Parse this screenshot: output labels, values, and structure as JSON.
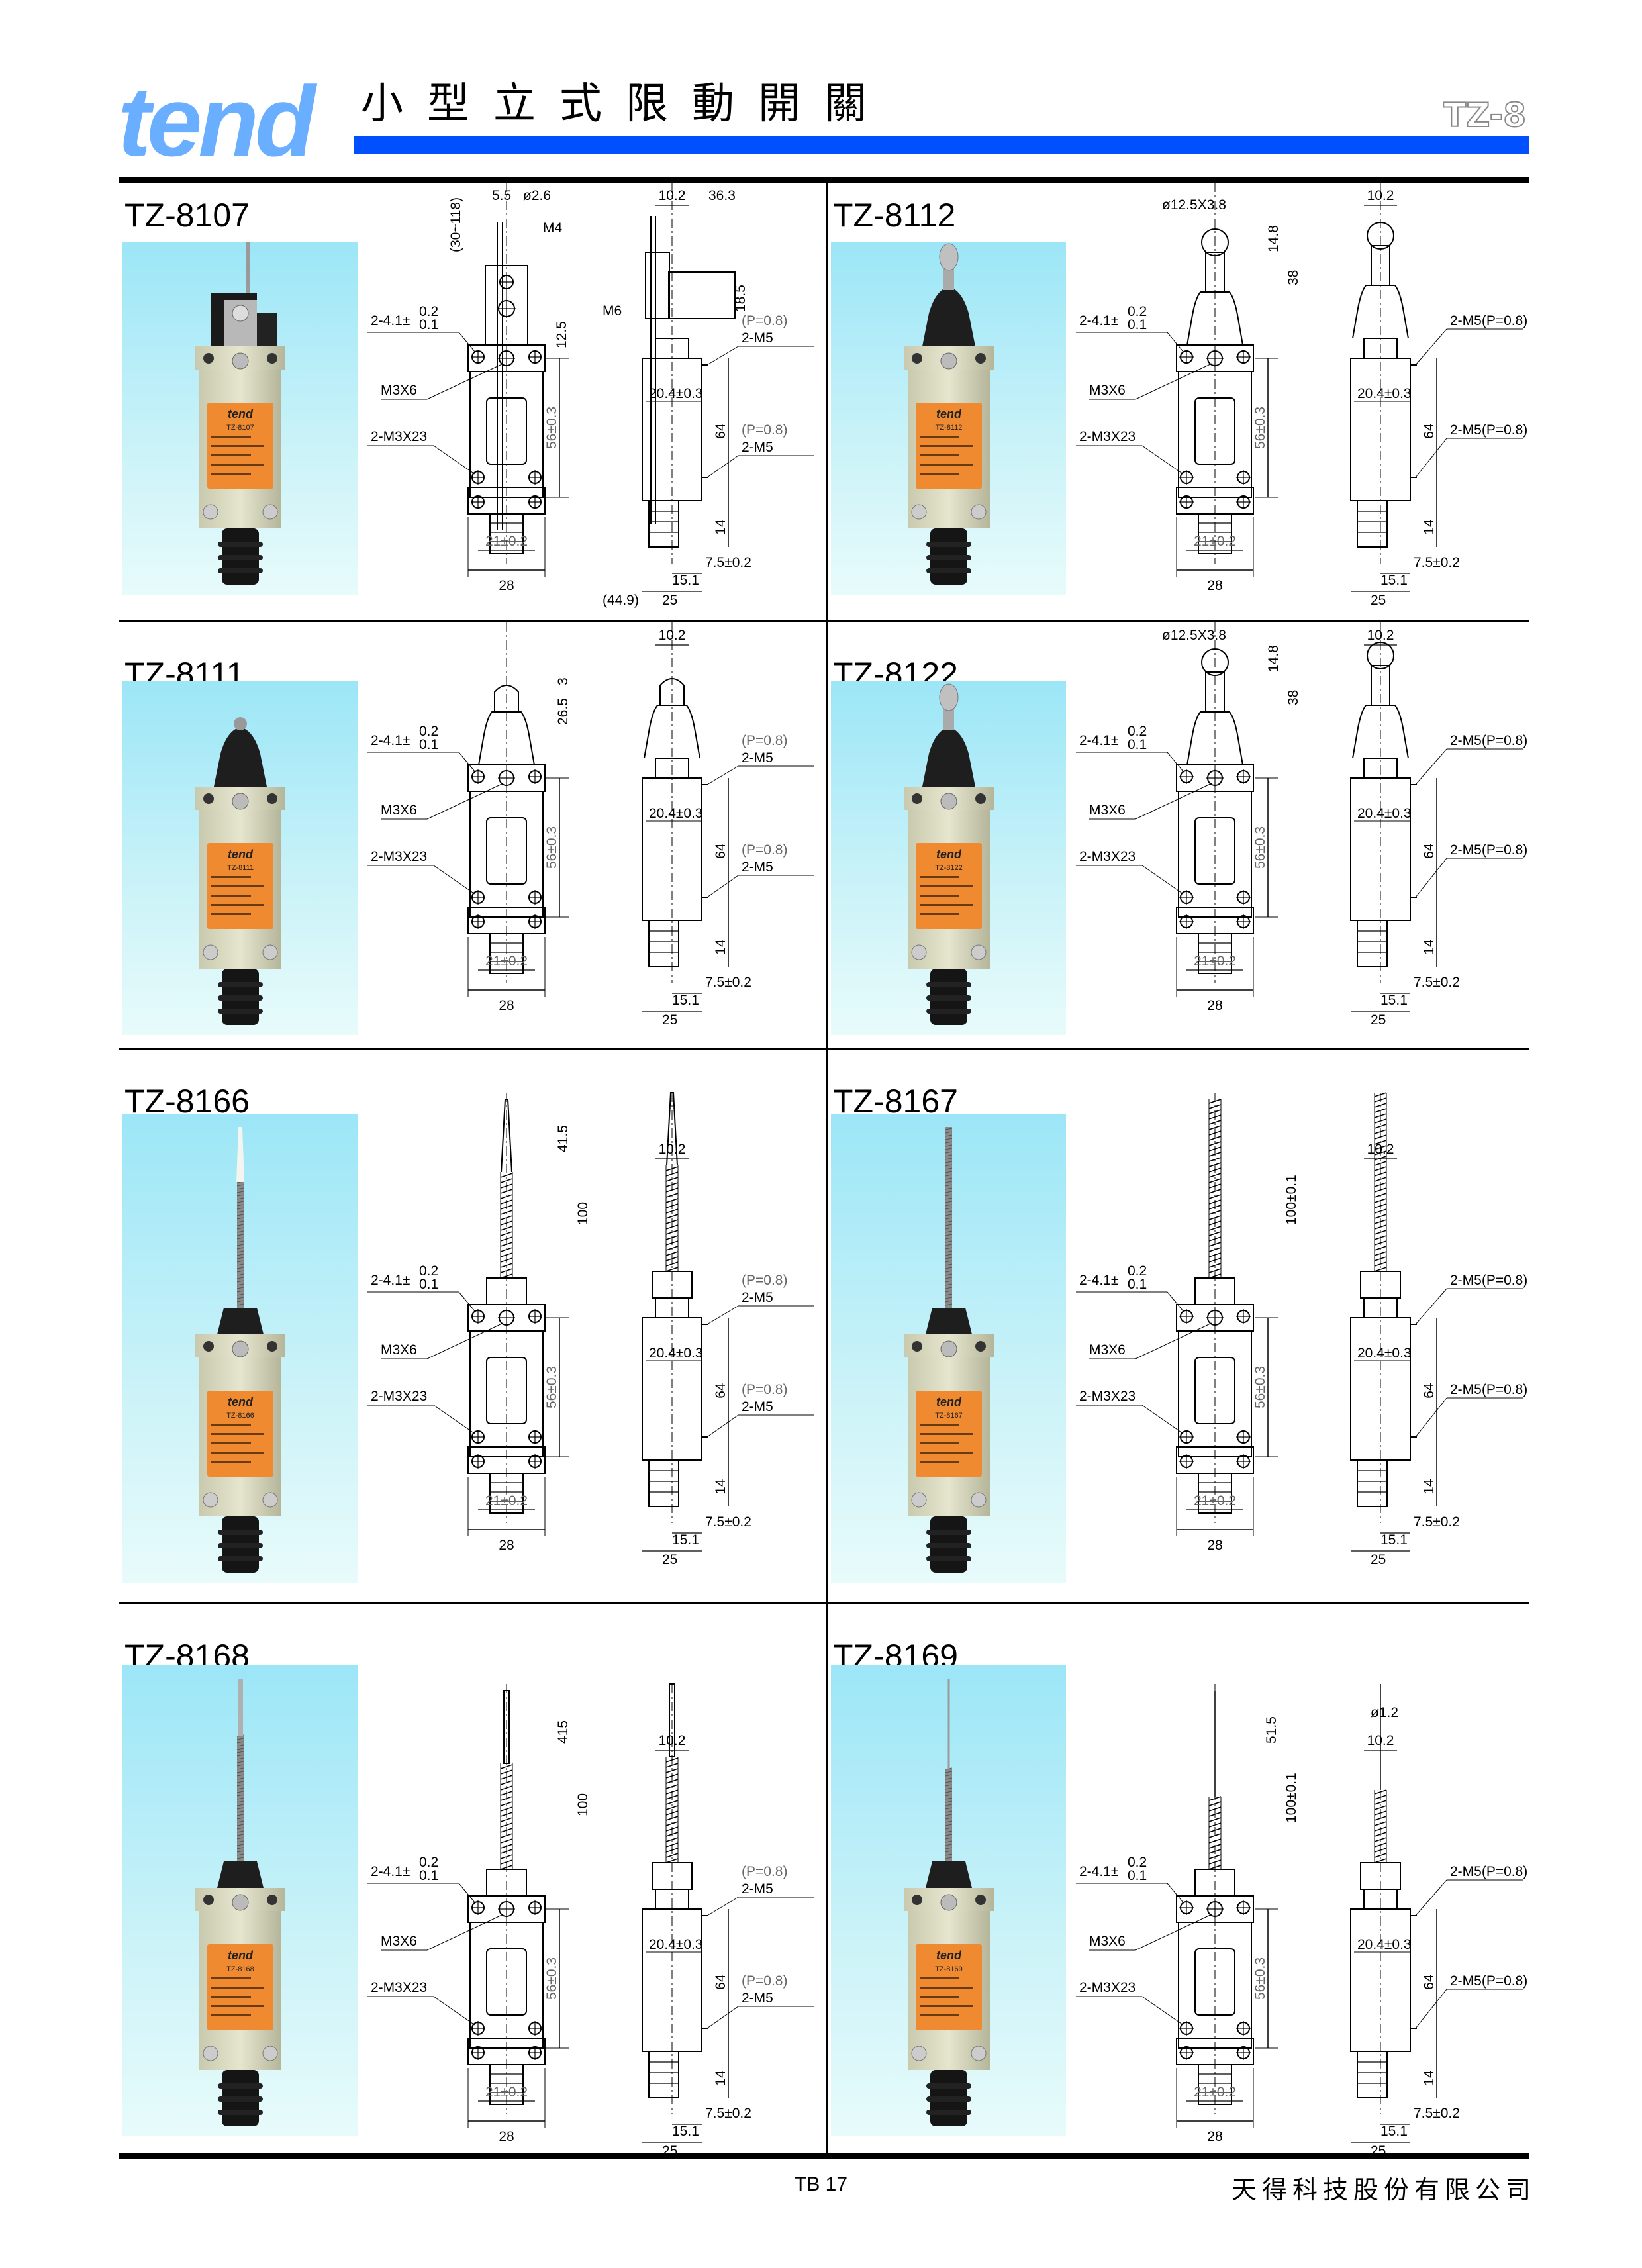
{
  "header": {
    "logo": "tend",
    "title": "小型立式限動開關",
    "series": "TZ-8"
  },
  "common": {
    "mount_holes": "2-4.1±",
    "mount_tol_up": "0.2",
    "mount_tol_down": "0.1",
    "screw": "M3X6",
    "screws": "2-M3X23",
    "body_height": "56±0.3",
    "inner_width": "21±0.2",
    "width": "28",
    "top_width": "10.2",
    "offset": "20.4±0.3",
    "side_height": "64",
    "bottom_height": "14",
    "bottom_offset": "7.5±0.2",
    "bottom_width": "15.1",
    "depth": "25",
    "label_brand": "tend"
  },
  "products": [
    {
      "model": "TZ-8107",
      "actuator": "adjustable-rod-lever",
      "port_labels": [
        "(P=0.8)",
        "2-M5"
      ],
      "extras": [
        "5.5",
        "ø2.6",
        "(30~118)",
        "M4",
        "12.5",
        "36.3",
        "M6",
        "18.5",
        "(44.9)"
      ]
    },
    {
      "model": "TZ-8112",
      "actuator": "roller-plunger",
      "port_labels": [
        "2-M5(P=0.8)"
      ],
      "extras": [
        "ø12.5X3.8",
        "14.8",
        "38"
      ]
    },
    {
      "model": "TZ-8111",
      "actuator": "plunger",
      "port_labels": [
        "(P=0.8)",
        "2-M5"
      ],
      "extras": [
        "3",
        "26.5"
      ]
    },
    {
      "model": "TZ-8122",
      "actuator": "roller-plunger",
      "port_labels": [
        "2-M5(P=0.8)"
      ],
      "extras": [
        "ø12.5X3.8",
        "14.8",
        "38"
      ]
    },
    {
      "model": "TZ-8166",
      "actuator": "spring-plastic-rod",
      "port_labels": [
        "(P=0.8)",
        "2-M5"
      ],
      "extras": [
        "41.5",
        "100"
      ]
    },
    {
      "model": "TZ-8167",
      "actuator": "coil-spring",
      "port_labels": [
        "2-M5(P=0.8)"
      ],
      "extras": [
        "100±0.1"
      ]
    },
    {
      "model": "TZ-8168",
      "actuator": "spring-metal-rod",
      "port_labels": [
        "(P=0.8)",
        "2-M5"
      ],
      "extras": [
        "415",
        "100"
      ]
    },
    {
      "model": "TZ-8169",
      "actuator": "spring-wire",
      "port_labels": [
        "2-M5(P=0.8)"
      ],
      "extras": [
        "51.5",
        "100±0.1",
        "ø1.2"
      ]
    }
  ],
  "footer": {
    "page": "TB 17",
    "company": "天得科技股份有限公司"
  },
  "colors": {
    "brand_blue": "#0050ff",
    "logo_blue": "#6aaeff",
    "label_orange": "#f08a30"
  }
}
